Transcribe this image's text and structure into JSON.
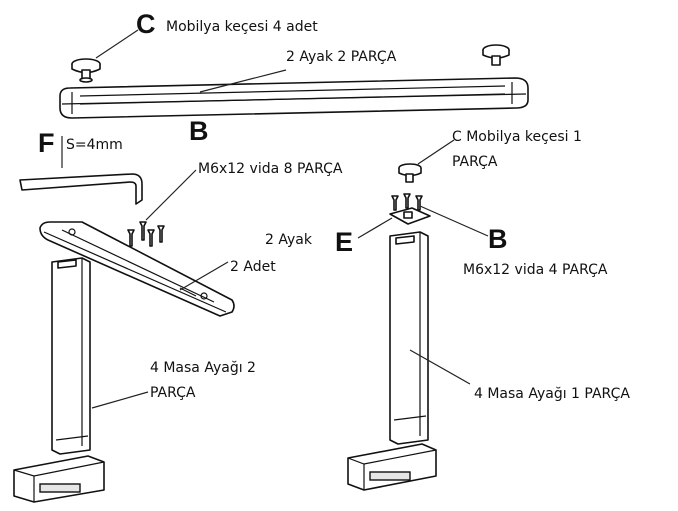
{
  "letters": {
    "c_top": "C",
    "b_left": "B",
    "f": "F",
    "e": "E",
    "b_right": "B"
  },
  "labels": {
    "felt_4": "Mobilya keçesi 4 adet",
    "foot_bar_2": "2 Ayak 2 PARÇA",
    "hex_size": "S=4mm",
    "screw_8": "M6x12 vida 8 PARÇA",
    "felt_1_line1": "C Mobilya keçesi 1",
    "felt_1_line2": "PARÇA",
    "foot_2_ayak": "2 Ayak",
    "foot_2_adet": "2 Adet",
    "screw_4": "M6x12 vida 4 PARÇA",
    "leg_2_line1": "4 Masa Ayağı 2",
    "leg_2_line2": "PARÇA",
    "leg_1": "4 Masa Ayağı 1 PARÇA"
  }
}
